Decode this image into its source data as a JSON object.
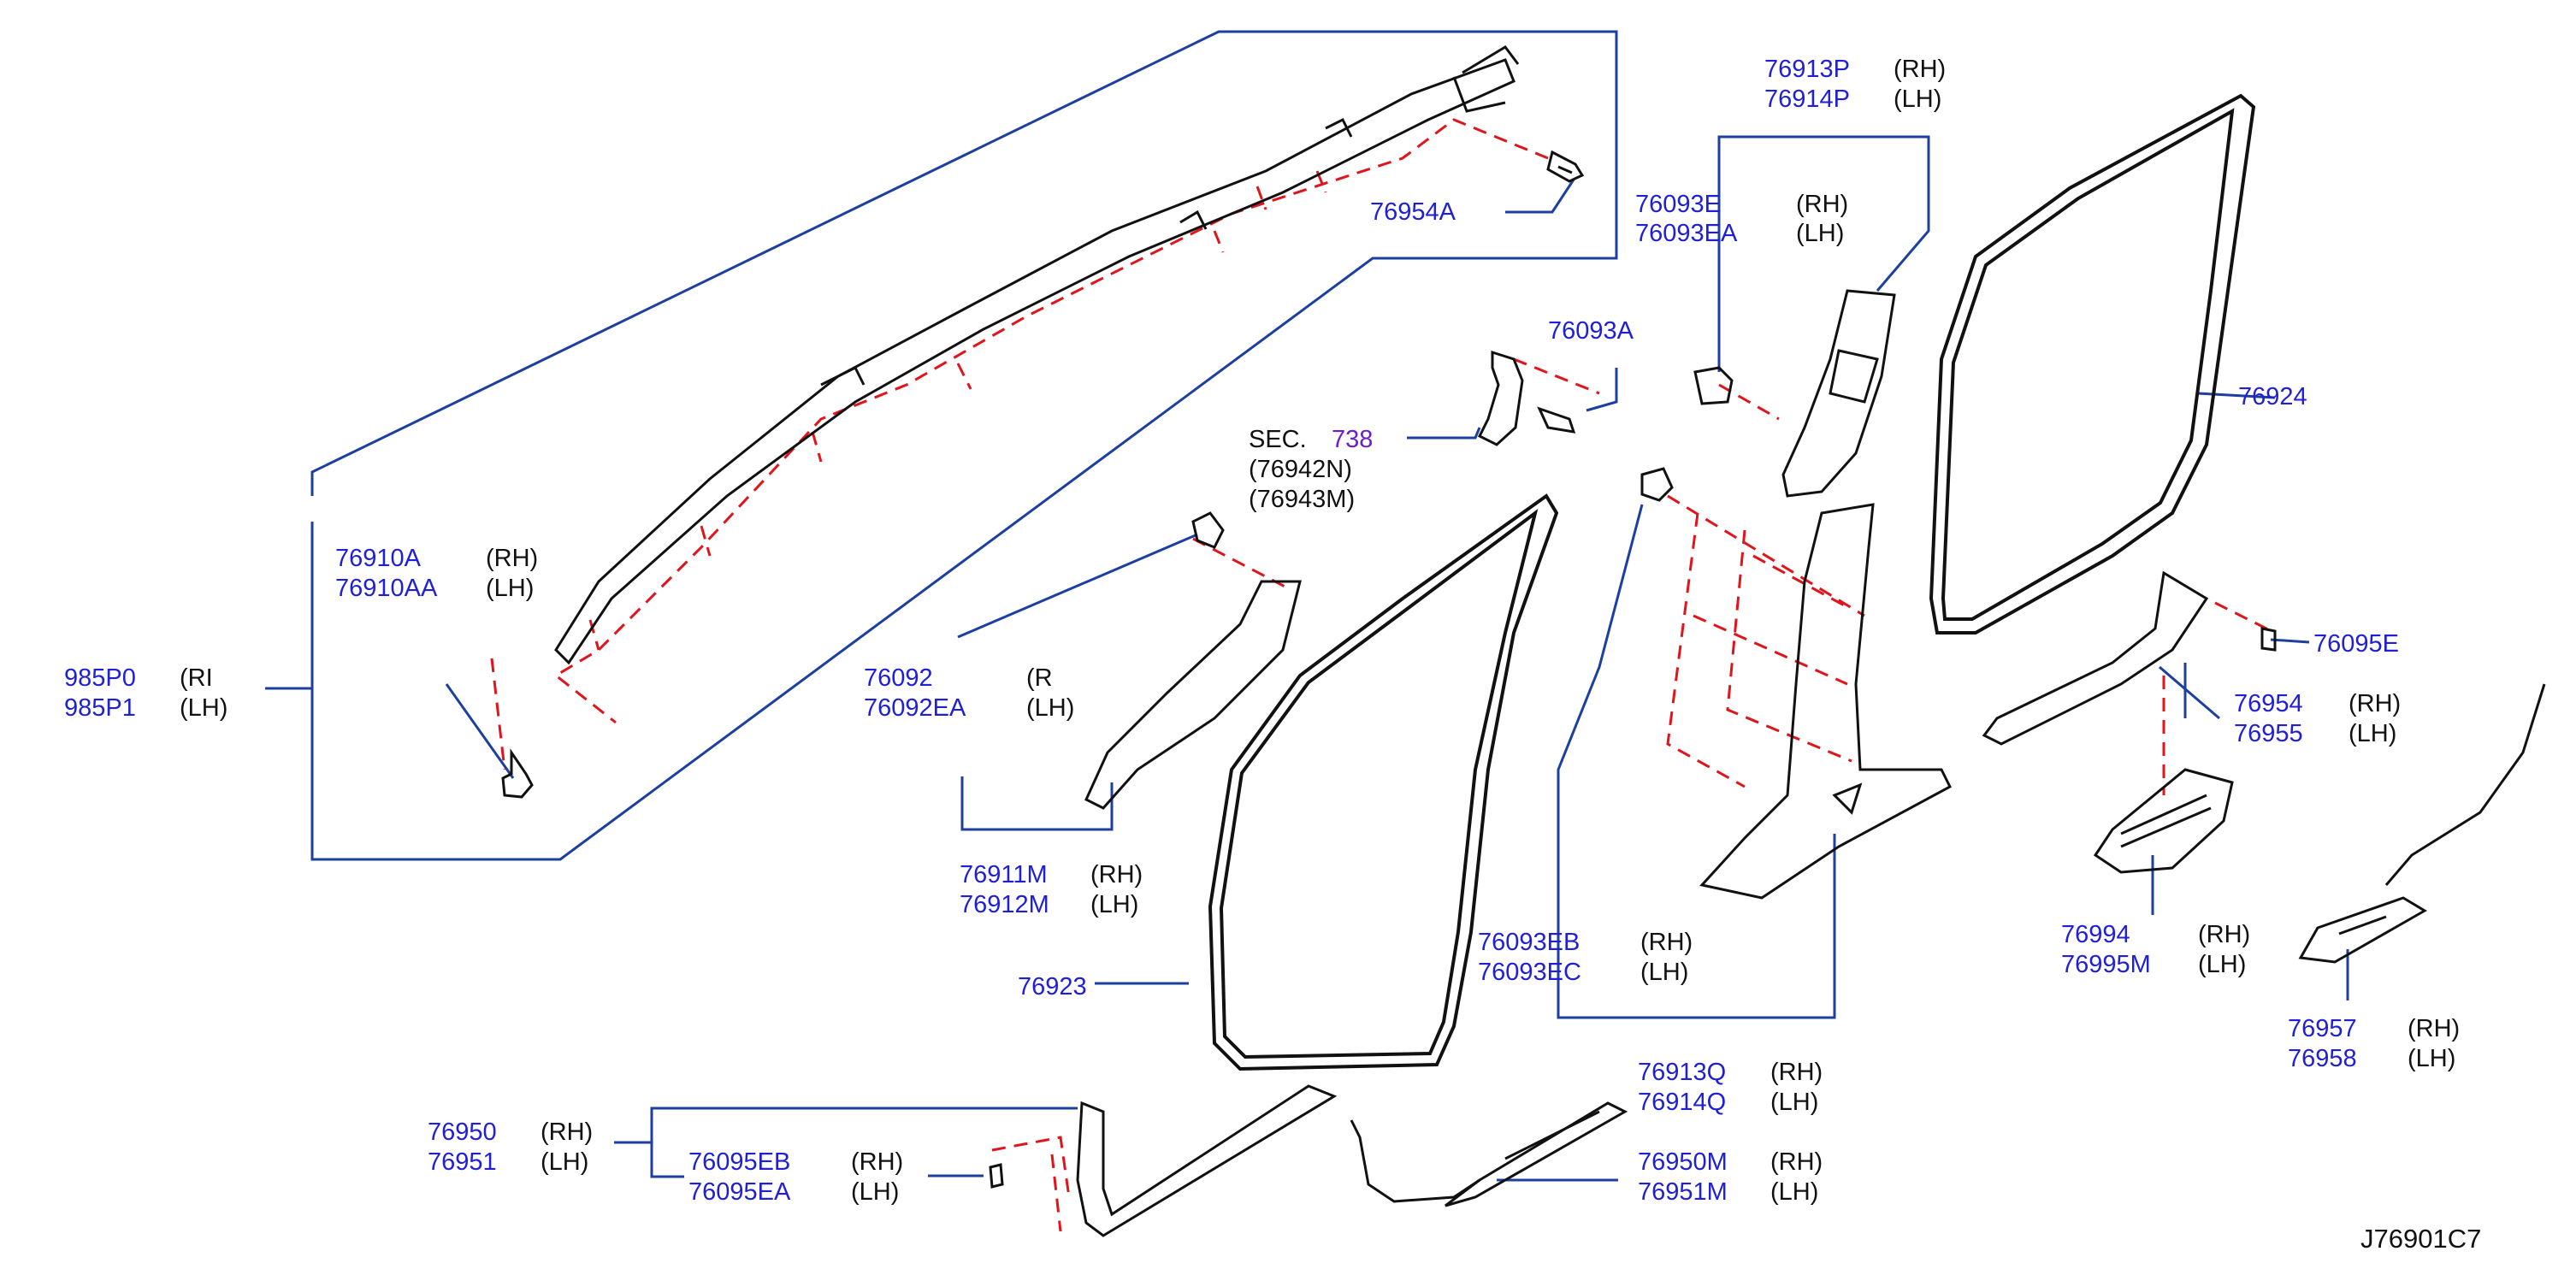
{
  "diagram_code": "J76901C7",
  "colors": {
    "part_number": "#1f1fd6",
    "leader": "#1c3fa0",
    "hidden_line": "#e0141b",
    "outline": "#111111"
  },
  "callouts": {
    "c76913P": [
      "76913P",
      "76914P"
    ],
    "c76913P_sides": [
      "(RH)",
      "(LH)"
    ],
    "c76093E": [
      "76093E",
      "76093EA"
    ],
    "c76093E_sides": [
      "(RH)",
      "(LH)"
    ],
    "c76954A": "76954A",
    "c76093A": "76093A",
    "c76924": "76924",
    "sec": {
      "prefix": "SEC.",
      "number": "738",
      "lines": [
        "(76942N)",
        "(76943M)"
      ]
    },
    "c76910A": [
      "76910A",
      "76910AA"
    ],
    "c76910A_sides": [
      "(RH)",
      "(LH)"
    ],
    "c985P0": [
      "985P0",
      "985P1"
    ],
    "c985P0_sides": [
      "(RI",
      "(LH)"
    ],
    "c76092": [
      "76092",
      "76092EA"
    ],
    "c76092_sides": [
      "(R",
      "(LH)"
    ],
    "c76095E": "76095E",
    "c76954": [
      "76954",
      "76955"
    ],
    "c76954_sides": [
      "(RH)",
      "(LH)"
    ],
    "c76911M": [
      "76911M",
      "76912M"
    ],
    "c76911M_sides": [
      "(RH)",
      "(LH)"
    ],
    "c76994": [
      "76994",
      "76995M"
    ],
    "c76994_sides": [
      "(RH)",
      "(LH)"
    ],
    "c76093EB": [
      "76093EB",
      "76093EC"
    ],
    "c76093EB_sides": [
      "(RH)",
      "(LH)"
    ],
    "c76923": "76923",
    "c76957": [
      "76957",
      "76958"
    ],
    "c76957_sides": [
      "(RH)",
      "(LH)"
    ],
    "c76913Q": [
      "76913Q",
      "76914Q"
    ],
    "c76913Q_sides": [
      "(RH)",
      "(LH)"
    ],
    "c76950": [
      "76950",
      "76951"
    ],
    "c76950_sides": [
      "(RH)",
      "(LH)"
    ],
    "c76095EB": [
      "76095EB",
      "76095EA"
    ],
    "c76095EB_sides": [
      "(RH)",
      "(LH)"
    ],
    "c76950M": [
      "76950M",
      "76951M"
    ],
    "c76950M_sides": [
      "(RH)",
      "(LH)"
    ]
  }
}
